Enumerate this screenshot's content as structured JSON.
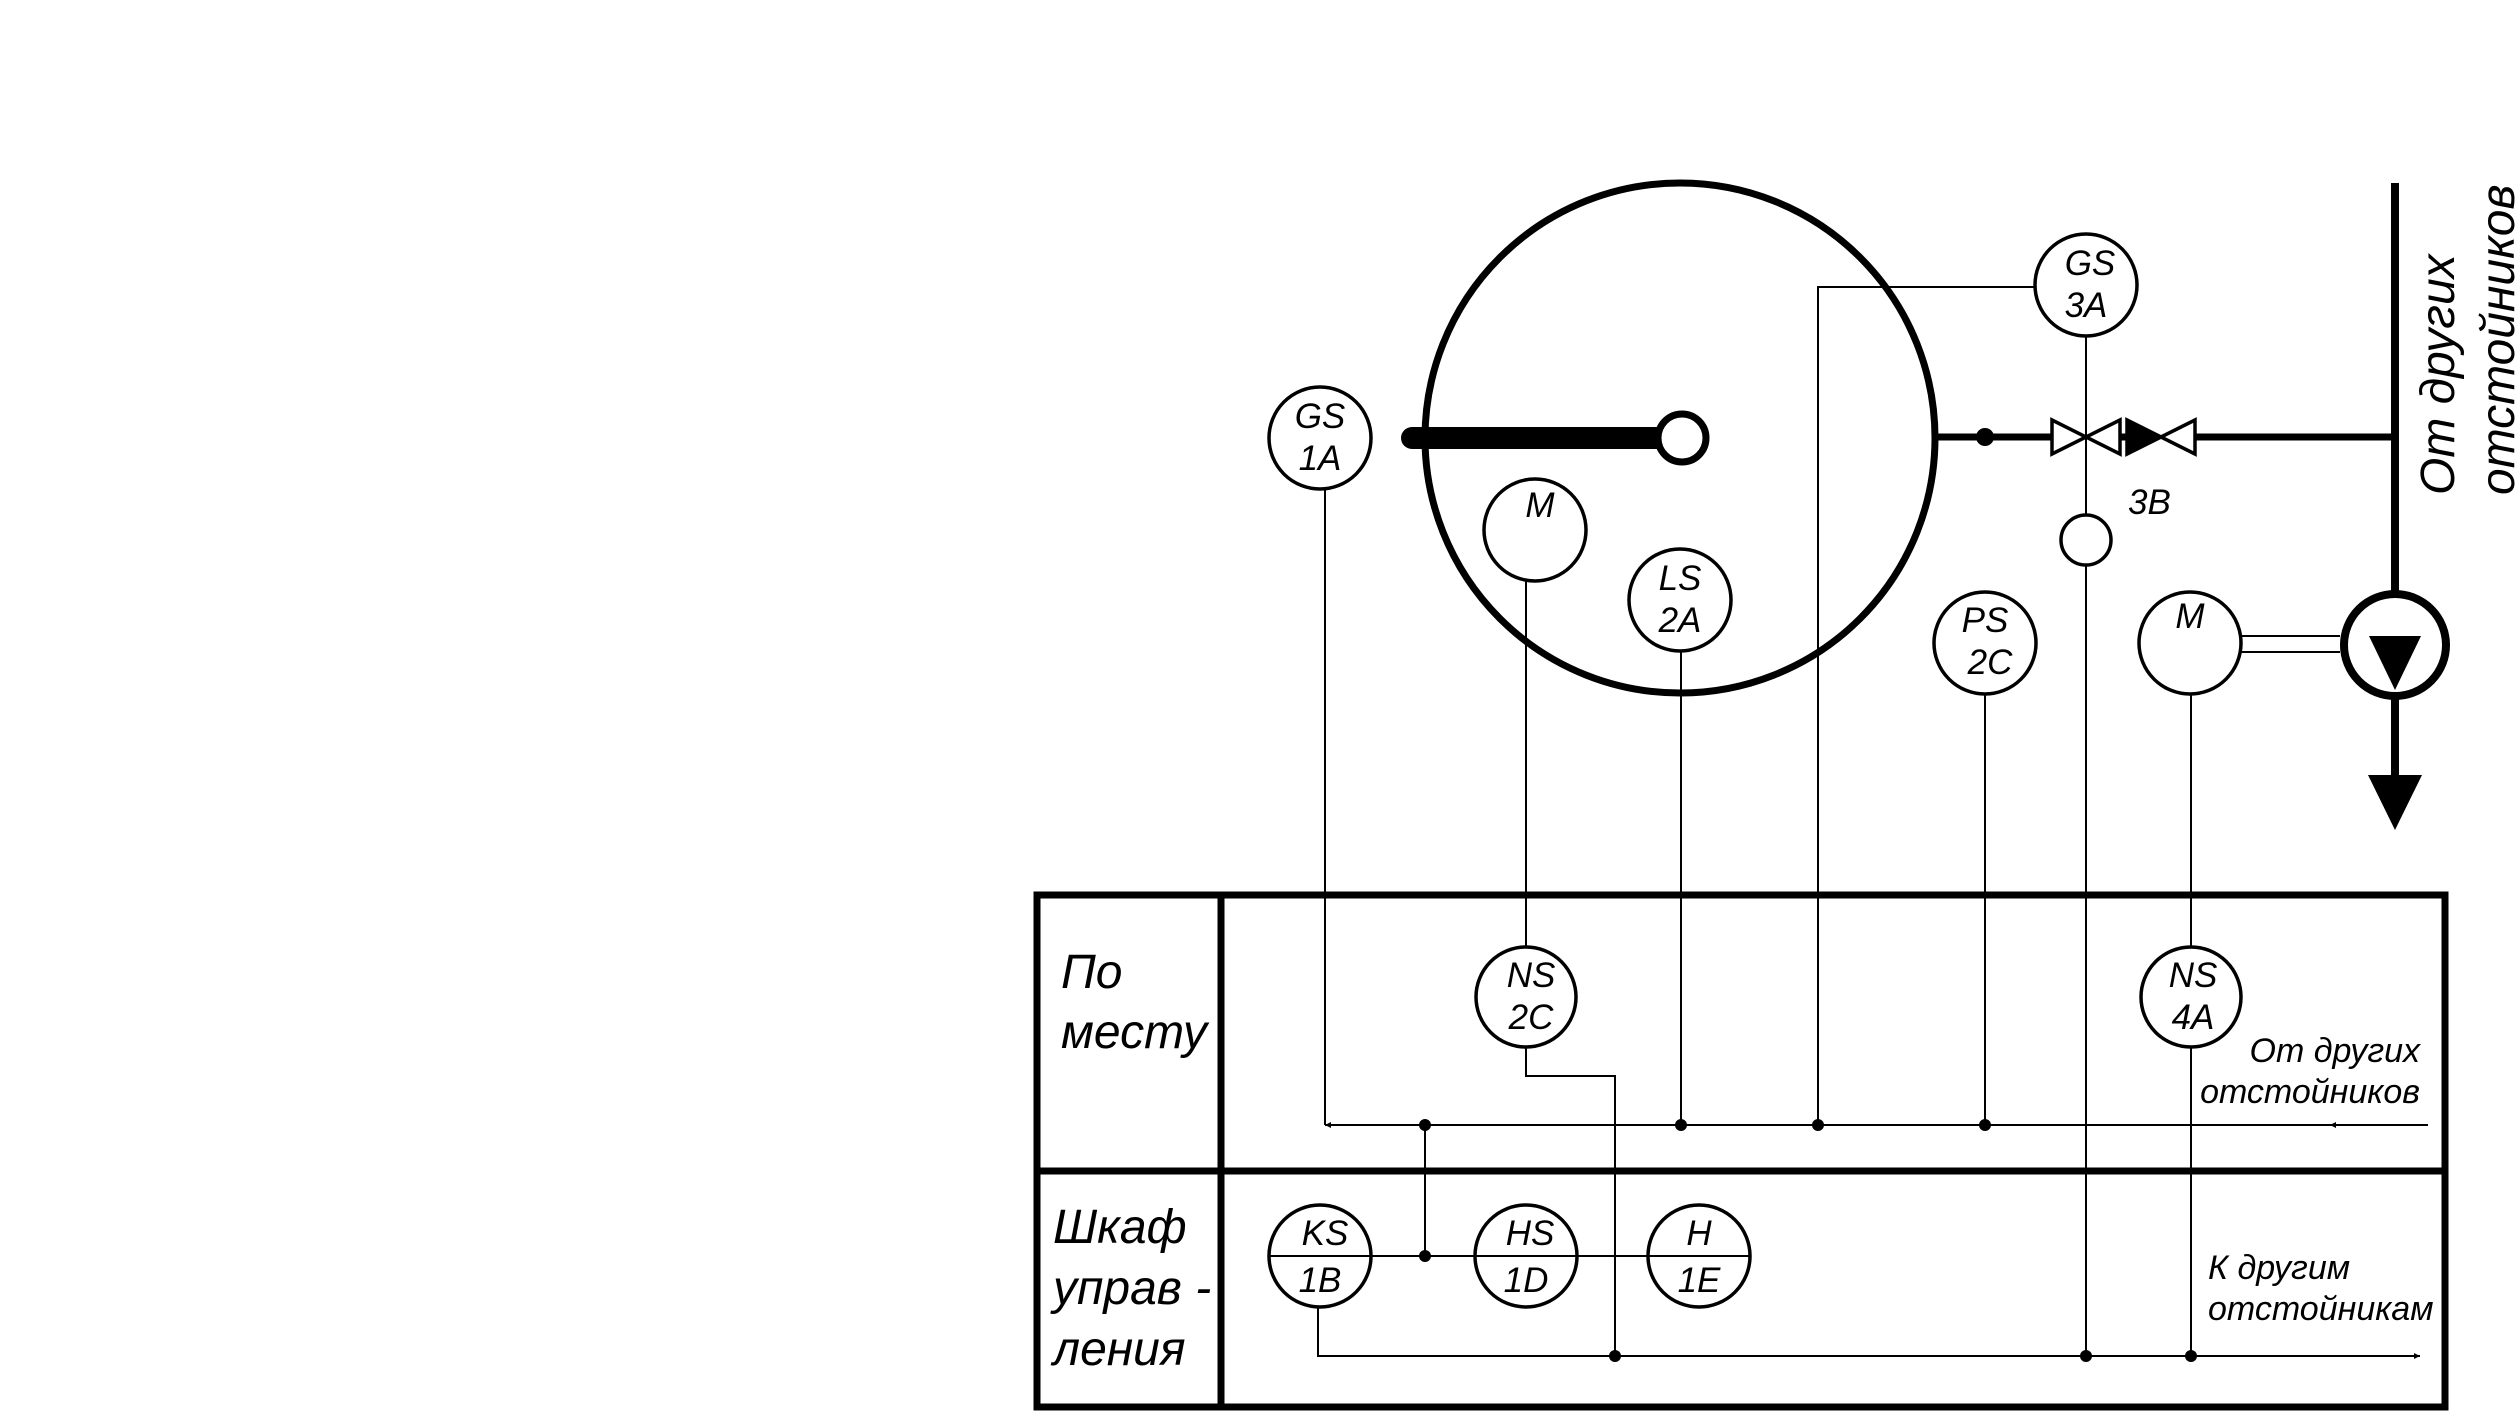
{
  "instruments": {
    "gs_1a": {
      "tag": "GS",
      "num": "1A"
    },
    "m_tank": {
      "tag": "M"
    },
    "ls_2a": {
      "tag": "LS",
      "num": "2A"
    },
    "gs_3a": {
      "tag": "GS",
      "num": "3A"
    },
    "ps_2c": {
      "tag": "PS",
      "num": "2C"
    },
    "m_pump": {
      "tag": "M"
    },
    "ns_2c": {
      "tag": "NS",
      "num": "2C"
    },
    "ns_4a": {
      "tag": "NS",
      "num": "4A"
    },
    "ks_1b": {
      "tag": "KS",
      "num": "1B"
    },
    "hs_1d": {
      "tag": "HS",
      "num": "1D"
    },
    "h_1e": {
      "tag": "H",
      "num": "1E"
    }
  },
  "labels": {
    "valve_3b": "3В",
    "from_other_top": {
      "line1": "От других",
      "line2": "отстойников"
    },
    "local_row": {
      "line1": "По",
      "line2": "месту"
    },
    "cabinet_row": {
      "line1": "Шкаф",
      "line2": "управ -",
      "line3": "ления"
    },
    "from_other_bus": {
      "line1": "От других",
      "line2": "отстойников"
    },
    "to_other_bus": {
      "line1": "К другим",
      "line2": "отстойникам"
    }
  }
}
